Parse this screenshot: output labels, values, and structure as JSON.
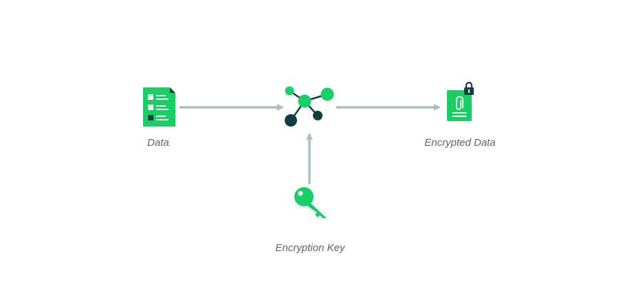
{
  "nodes": {
    "data": {
      "label": "Data",
      "icon": "document-list-icon"
    },
    "processor": {
      "label": "",
      "icon": "network-nodes-icon"
    },
    "encrypted": {
      "label": "Encrypted Data",
      "icon": "locked-document-icon"
    },
    "key": {
      "label": "Encryption Key",
      "icon": "key-icon"
    }
  },
  "colors": {
    "green": "#17cf65",
    "dark": "#0f3d40",
    "arrow": "#a7c2c4",
    "label": "#5b6470"
  }
}
